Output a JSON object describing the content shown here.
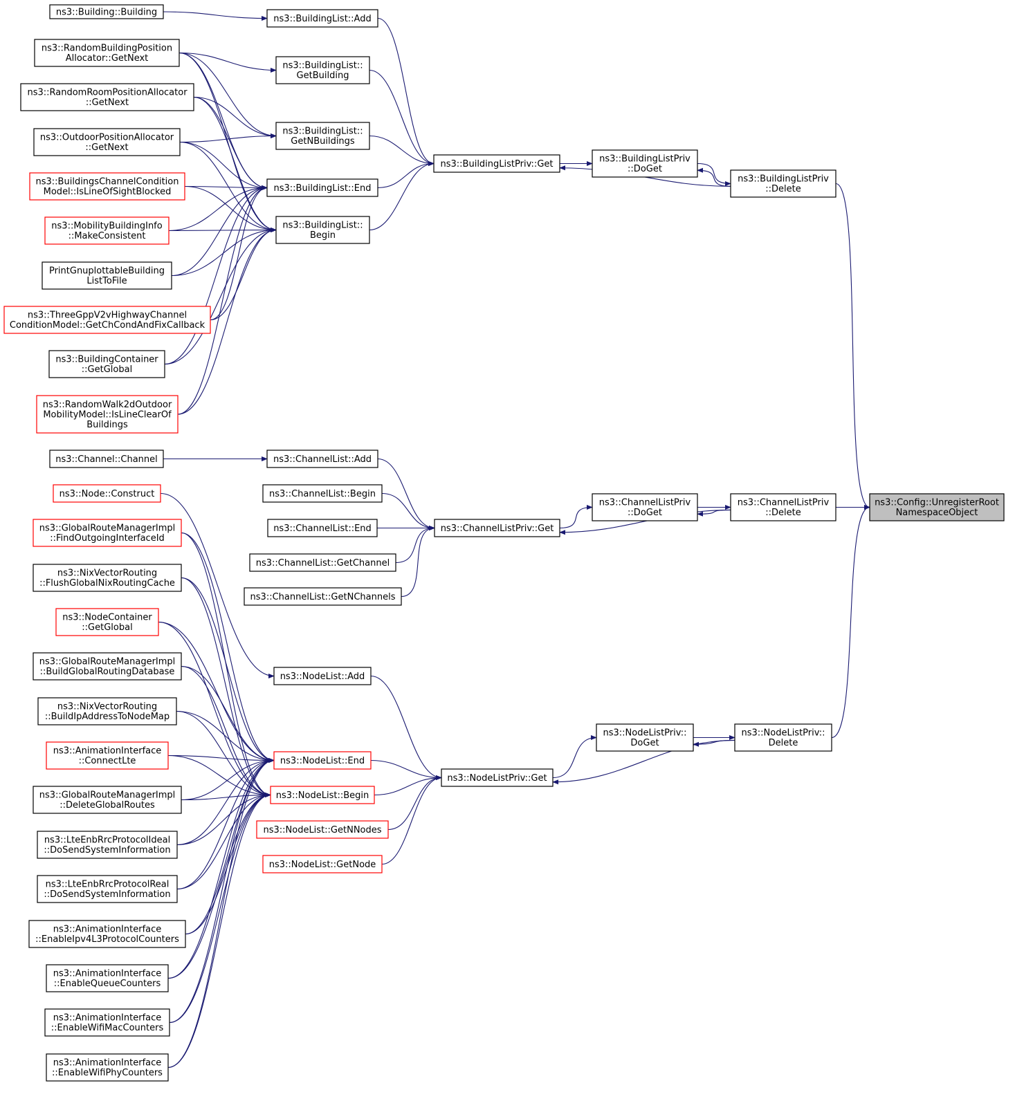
{
  "colors": {
    "edge": "#191970",
    "border_normal": "#000000",
    "border_truncated": "#ff0000",
    "fill_normal": "#ffffff",
    "fill_root": "#bfbfbf"
  },
  "nodes": [
    {
      "id": "bld_ctor",
      "lines": [
        "ns3::Building::Building"
      ],
      "style": "normal"
    },
    {
      "id": "rbpa_next",
      "lines": [
        "ns3::RandomBuildingPosition",
        "Allocator::GetNext"
      ],
      "style": "normal"
    },
    {
      "id": "rrpa_next",
      "lines": [
        "ns3::RandomRoomPositionAllocator",
        "::GetNext"
      ],
      "style": "normal"
    },
    {
      "id": "opa_next",
      "lines": [
        "ns3::OutdoorPositionAllocator",
        "::GetNext"
      ],
      "style": "normal"
    },
    {
      "id": "bccm_los",
      "lines": [
        "ns3::BuildingsChannelCondition",
        "Model::IsLineOfSightBlocked"
      ],
      "style": "truncated"
    },
    {
      "id": "mbi_consistent",
      "lines": [
        "ns3::MobilityBuildingInfo",
        "::MakeConsistent"
      ],
      "style": "truncated"
    },
    {
      "id": "print_gnuplot",
      "lines": [
        "PrintGnuplottableBuilding",
        "ListToFile"
      ],
      "style": "normal"
    },
    {
      "id": "v2v_cond",
      "lines": [
        "ns3::ThreeGppV2vHighwayChannel",
        "ConditionModel::GetChCondAndFixCallback"
      ],
      "style": "truncated"
    },
    {
      "id": "bc_global",
      "lines": [
        "ns3::BuildingContainer",
        "::GetGlobal"
      ],
      "style": "normal"
    },
    {
      "id": "rw2d_clear",
      "lines": [
        "ns3::RandomWalk2dOutdoor",
        "MobilityModel::IsLineClearOf",
        "Buildings"
      ],
      "style": "truncated"
    },
    {
      "id": "ch_ctor",
      "lines": [
        "ns3::Channel::Channel"
      ],
      "style": "normal"
    },
    {
      "id": "node_construct",
      "lines": [
        "ns3::Node::Construct"
      ],
      "style": "truncated"
    },
    {
      "id": "grm_find",
      "lines": [
        "ns3::GlobalRouteManagerImpl",
        "::FindOutgoingInterfaceId"
      ],
      "style": "truncated"
    },
    {
      "id": "nix_flush",
      "lines": [
        "ns3::NixVectorRouting",
        "::FlushGlobalNixRoutingCache"
      ],
      "style": "normal"
    },
    {
      "id": "nc_global",
      "lines": [
        "ns3::NodeContainer",
        "::GetGlobal"
      ],
      "style": "truncated"
    },
    {
      "id": "grm_build",
      "lines": [
        "ns3::GlobalRouteManagerImpl",
        "::BuildGlobalRoutingDatabase"
      ],
      "style": "normal"
    },
    {
      "id": "nix_ipmap",
      "lines": [
        "ns3::NixVectorRouting",
        "::BuildIpAddressToNodeMap"
      ],
      "style": "normal"
    },
    {
      "id": "ai_connectlte",
      "lines": [
        "ns3::AnimationInterface",
        "::ConnectLte"
      ],
      "style": "truncated"
    },
    {
      "id": "grm_delete",
      "lines": [
        "ns3::GlobalRouteManagerImpl",
        "::DeleteGlobalRoutes"
      ],
      "style": "normal"
    },
    {
      "id": "lte_ideal",
      "lines": [
        "ns3::LteEnbRrcProtocolIdeal",
        "::DoSendSystemInformation"
      ],
      "style": "normal"
    },
    {
      "id": "lte_real",
      "lines": [
        "ns3::LteEnbRrcProtocolReal",
        "::DoSendSystemInformation"
      ],
      "style": "normal"
    },
    {
      "id": "ai_ipv4",
      "lines": [
        "ns3::AnimationInterface",
        "::EnableIpv4L3ProtocolCounters"
      ],
      "style": "normal"
    },
    {
      "id": "ai_queue",
      "lines": [
        "ns3::AnimationInterface",
        "::EnableQueueCounters"
      ],
      "style": "normal"
    },
    {
      "id": "ai_wifimac",
      "lines": [
        "ns3::AnimationInterface",
        "::EnableWifiMacCounters"
      ],
      "style": "normal"
    },
    {
      "id": "ai_wifiphy",
      "lines": [
        "ns3::AnimationInterface",
        "::EnableWifiPhyCounters"
      ],
      "style": "normal"
    },
    {
      "id": "bl_add",
      "lines": [
        "ns3::BuildingList::Add"
      ],
      "style": "normal"
    },
    {
      "id": "bl_getbuilding",
      "lines": [
        "ns3::BuildingList::",
        "GetBuilding"
      ],
      "style": "normal"
    },
    {
      "id": "bl_getn",
      "lines": [
        "ns3::BuildingList::",
        "GetNBuildings"
      ],
      "style": "normal"
    },
    {
      "id": "bl_end",
      "lines": [
        "ns3::BuildingList::End"
      ],
      "style": "normal"
    },
    {
      "id": "bl_begin",
      "lines": [
        "ns3::BuildingList::",
        "Begin"
      ],
      "style": "normal"
    },
    {
      "id": "cl_add",
      "lines": [
        "ns3::ChannelList::Add"
      ],
      "style": "normal"
    },
    {
      "id": "cl_begin",
      "lines": [
        "ns3::ChannelList::Begin"
      ],
      "style": "normal"
    },
    {
      "id": "cl_end",
      "lines": [
        "ns3::ChannelList::End"
      ],
      "style": "normal"
    },
    {
      "id": "cl_getchannel",
      "lines": [
        "ns3::ChannelList::GetChannel"
      ],
      "style": "normal"
    },
    {
      "id": "cl_getn",
      "lines": [
        "ns3::ChannelList::GetNChannels"
      ],
      "style": "normal"
    },
    {
      "id": "nl_add",
      "lines": [
        "ns3::NodeList::Add"
      ],
      "style": "normal"
    },
    {
      "id": "nl_end",
      "lines": [
        "ns3::NodeList::End"
      ],
      "style": "truncated"
    },
    {
      "id": "nl_begin",
      "lines": [
        "ns3::NodeList::Begin"
      ],
      "style": "truncated"
    },
    {
      "id": "nl_getn",
      "lines": [
        "ns3::NodeList::GetNNodes"
      ],
      "style": "truncated"
    },
    {
      "id": "nl_getnode",
      "lines": [
        "ns3::NodeList::GetNode"
      ],
      "style": "truncated"
    },
    {
      "id": "blp_get",
      "lines": [
        "ns3::BuildingListPriv::Get"
      ],
      "style": "normal"
    },
    {
      "id": "clp_get",
      "lines": [
        "ns3::ChannelListPriv::Get"
      ],
      "style": "normal"
    },
    {
      "id": "nlp_get",
      "lines": [
        "ns3::NodeListPriv::Get"
      ],
      "style": "normal"
    },
    {
      "id": "blp_doget",
      "lines": [
        "ns3::BuildingListPriv",
        "::DoGet"
      ],
      "style": "normal"
    },
    {
      "id": "clp_doget",
      "lines": [
        "ns3::ChannelListPriv",
        "::DoGet"
      ],
      "style": "normal"
    },
    {
      "id": "nlp_doget",
      "lines": [
        "ns3::NodeListPriv::",
        "DoGet"
      ],
      "style": "normal"
    },
    {
      "id": "blp_delete",
      "lines": [
        "ns3::BuildingListPriv",
        "::Delete"
      ],
      "style": "normal"
    },
    {
      "id": "clp_delete",
      "lines": [
        "ns3::ChannelListPriv",
        "::Delete"
      ],
      "style": "normal"
    },
    {
      "id": "nlp_delete",
      "lines": [
        "ns3::NodeListPriv::",
        "Delete"
      ],
      "style": "normal"
    },
    {
      "id": "root",
      "lines": [
        "ns3::Config::UnregisterRoot",
        "NamespaceObject"
      ],
      "style": "root"
    }
  ],
  "edges": [
    [
      "bld_ctor",
      "bl_add"
    ],
    [
      "rbpa_next",
      "bl_getbuilding"
    ],
    [
      "rbpa_next",
      "bl_getn"
    ],
    [
      "rbpa_next",
      "bl_end"
    ],
    [
      "rbpa_next",
      "bl_begin"
    ],
    [
      "rrpa_next",
      "bl_getn"
    ],
    [
      "rrpa_next",
      "bl_end"
    ],
    [
      "rrpa_next",
      "bl_begin"
    ],
    [
      "opa_next",
      "bl_getn"
    ],
    [
      "opa_next",
      "bl_end"
    ],
    [
      "opa_next",
      "bl_begin"
    ],
    [
      "bccm_los",
      "bl_end"
    ],
    [
      "bccm_los",
      "bl_begin"
    ],
    [
      "mbi_consistent",
      "bl_end"
    ],
    [
      "mbi_consistent",
      "bl_begin"
    ],
    [
      "print_gnuplot",
      "bl_end"
    ],
    [
      "print_gnuplot",
      "bl_begin"
    ],
    [
      "v2v_cond",
      "bl_end"
    ],
    [
      "v2v_cond",
      "bl_begin"
    ],
    [
      "bc_global",
      "bl_end"
    ],
    [
      "bc_global",
      "bl_begin"
    ],
    [
      "rw2d_clear",
      "bl_end"
    ],
    [
      "rw2d_clear",
      "bl_begin"
    ],
    [
      "bl_add",
      "blp_get"
    ],
    [
      "bl_getbuilding",
      "blp_get"
    ],
    [
      "bl_getn",
      "blp_get"
    ],
    [
      "bl_end",
      "blp_get"
    ],
    [
      "bl_begin",
      "blp_get"
    ],
    [
      "blp_get",
      "blp_doget"
    ],
    [
      "blp_doget",
      "blp_delete"
    ],
    [
      "blp_delete",
      "blp_doget"
    ],
    [
      "blp_delete",
      "blp_get"
    ],
    [
      "blp_delete",
      "root"
    ],
    [
      "ch_ctor",
      "cl_add"
    ],
    [
      "cl_add",
      "clp_get"
    ],
    [
      "cl_begin",
      "clp_get"
    ],
    [
      "cl_end",
      "clp_get"
    ],
    [
      "cl_getchannel",
      "clp_get"
    ],
    [
      "cl_getn",
      "clp_get"
    ],
    [
      "clp_get",
      "clp_doget"
    ],
    [
      "clp_doget",
      "clp_delete"
    ],
    [
      "clp_delete",
      "clp_doget"
    ],
    [
      "clp_delete",
      "clp_get"
    ],
    [
      "clp_delete",
      "root"
    ],
    [
      "node_construct",
      "nl_add"
    ],
    [
      "grm_find",
      "nl_end"
    ],
    [
      "grm_find",
      "nl_begin"
    ],
    [
      "nix_flush",
      "nl_end"
    ],
    [
      "nix_flush",
      "nl_begin"
    ],
    [
      "nc_global",
      "nl_end"
    ],
    [
      "nc_global",
      "nl_begin"
    ],
    [
      "grm_build",
      "nl_end"
    ],
    [
      "grm_build",
      "nl_begin"
    ],
    [
      "nix_ipmap",
      "nl_end"
    ],
    [
      "nix_ipmap",
      "nl_begin"
    ],
    [
      "ai_connectlte",
      "nl_end"
    ],
    [
      "ai_connectlte",
      "nl_begin"
    ],
    [
      "grm_delete",
      "nl_end"
    ],
    [
      "grm_delete",
      "nl_begin"
    ],
    [
      "lte_ideal",
      "nl_end"
    ],
    [
      "lte_ideal",
      "nl_begin"
    ],
    [
      "lte_real",
      "nl_end"
    ],
    [
      "lte_real",
      "nl_begin"
    ],
    [
      "ai_ipv4",
      "nl_end"
    ],
    [
      "ai_ipv4",
      "nl_begin"
    ],
    [
      "ai_queue",
      "nl_end"
    ],
    [
      "ai_queue",
      "nl_begin"
    ],
    [
      "ai_wifimac",
      "nl_end"
    ],
    [
      "ai_wifimac",
      "nl_begin"
    ],
    [
      "ai_wifiphy",
      "nl_end"
    ],
    [
      "ai_wifiphy",
      "nl_begin"
    ],
    [
      "nl_add",
      "nlp_get"
    ],
    [
      "nl_end",
      "nlp_get"
    ],
    [
      "nl_begin",
      "nlp_get"
    ],
    [
      "nl_getn",
      "nlp_get"
    ],
    [
      "nl_getnode",
      "nlp_get"
    ],
    [
      "nlp_get",
      "nlp_doget"
    ],
    [
      "nlp_doget",
      "nlp_delete"
    ],
    [
      "nlp_delete",
      "nlp_doget"
    ],
    [
      "nlp_delete",
      "nlp_get"
    ],
    [
      "nlp_delete",
      "root"
    ]
  ]
}
